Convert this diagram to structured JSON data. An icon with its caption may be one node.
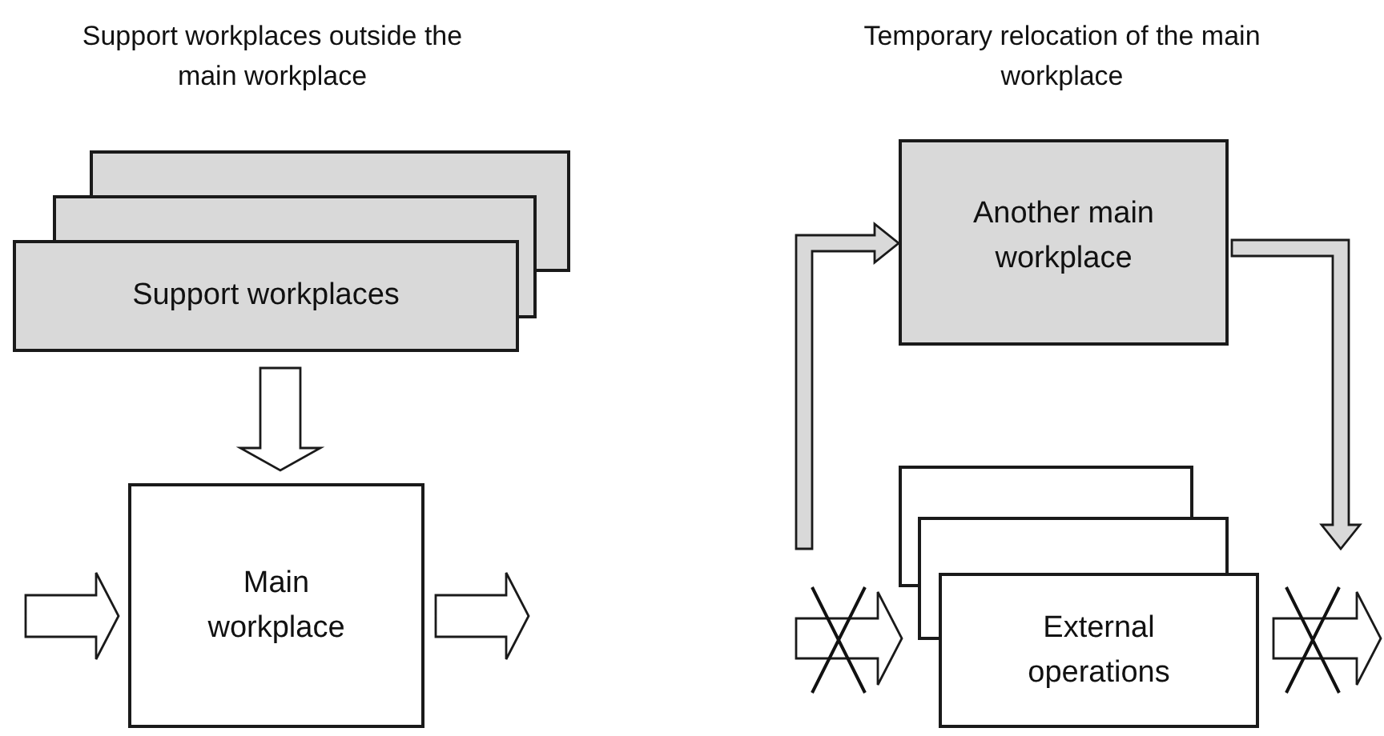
{
  "diagram": {
    "nodes": [
      {
        "text": [],
        "shape": "box"
      },
      {
        "text": [],
        "shape": "box"
      },
      {
        "text": [
          "Support workplaces"
        ]
      },
      {
        "text": [
          "Main workplace"
        ]
      },
      {
        "text": [
          "Another main workplace"
        ]
      },
      {
        "text": [],
        "shape": "box"
      },
      {
        "text": [],
        "shape": "box"
      },
      {
        "text": [
          "External operations"
        ]
      }
    ],
    "edges": [
      {
        "from": 2,
        "to": 3,
        "arrow": "to"
      },
      {
        "from": null,
        "to": 3,
        "arrow": "to"
      },
      {
        "from": 3,
        "to": null,
        "arrow": "to"
      },
      {
        "from": null,
        "to": 4,
        "arrow": "to",
        "color": "#d9d9d9"
      },
      {
        "from": 4,
        "to": null,
        "arrow": "to",
        "color": "#d9d9d9"
      },
      {
        "from": null,
        "to": 7,
        "arrow": "to"
      },
      {
        "from": 7,
        "to": null,
        "arrow": "to"
      }
    ],
    "labels": [
      "Support workplaces outside the main workplace",
      "Temporary relocation of the main workplace"
    ]
  }
}
